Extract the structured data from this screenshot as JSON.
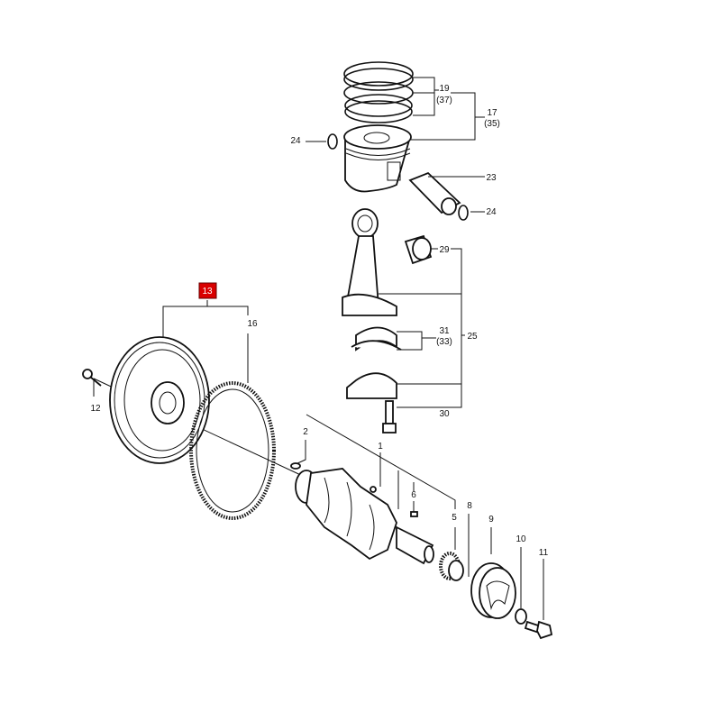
{
  "labels": {
    "rings": "19",
    "rings_alt": "(37)",
    "piston": "17",
    "piston_alt": "(35)",
    "circlip_left": "24",
    "pin": "23",
    "circlip_right": "24",
    "bushing": "29",
    "bearing": "31",
    "bearing_alt": "(33)",
    "conrod": "25",
    "rod_bolt": "30",
    "flywheel": "13",
    "ring_gear": "16",
    "flywheel_bolt": "12",
    "dowel": "2",
    "crankshaft": "1",
    "key": "6",
    "gear": "5",
    "key2": "8",
    "pulley": "9",
    "washer": "10",
    "pulley_bolt": "11"
  },
  "colors": {
    "highlight": "#d90000",
    "line": "#111111"
  }
}
